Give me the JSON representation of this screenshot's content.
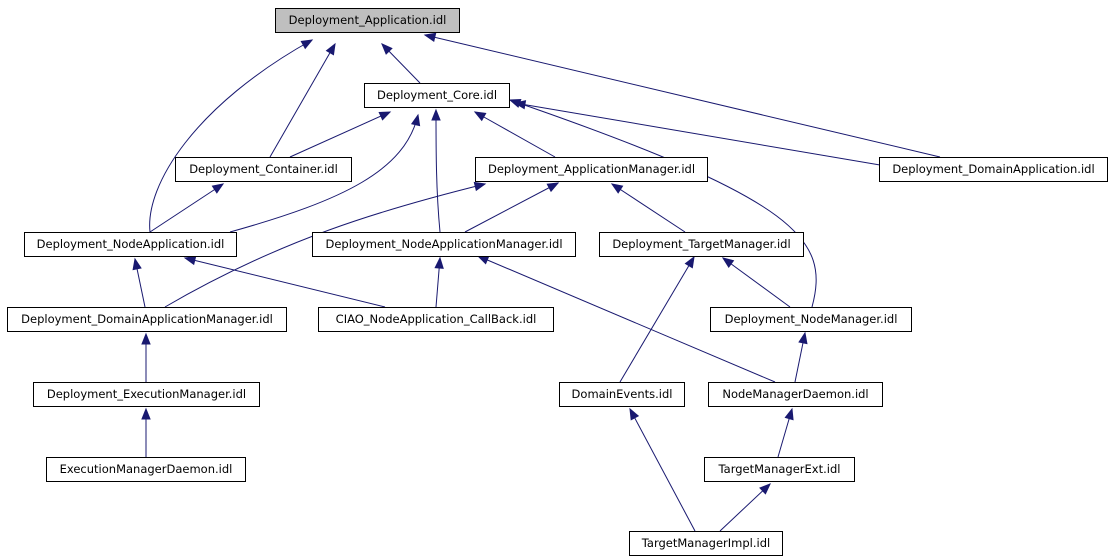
{
  "graph": {
    "nodes": [
      {
        "id": "app",
        "label": "Deployment_Application.idl",
        "current": true
      },
      {
        "id": "core",
        "label": "Deployment_Core.idl"
      },
      {
        "id": "container",
        "label": "Deployment_Container.idl"
      },
      {
        "id": "appmgr",
        "label": "Deployment_ApplicationManager.idl"
      },
      {
        "id": "domainapp",
        "label": "Deployment_DomainApplication.idl"
      },
      {
        "id": "nodeapp",
        "label": "Deployment_NodeApplication.idl"
      },
      {
        "id": "nodeappmgr",
        "label": "Deployment_NodeApplicationManager.idl"
      },
      {
        "id": "targetmgr",
        "label": "Deployment_TargetManager.idl"
      },
      {
        "id": "domainappmgr",
        "label": "Deployment_DomainApplicationManager.idl"
      },
      {
        "id": "ciao",
        "label": "CIAO_NodeApplication_CallBack.idl"
      },
      {
        "id": "nodemgr",
        "label": "Deployment_NodeManager.idl"
      },
      {
        "id": "execmgr",
        "label": "Deployment_ExecutionManager.idl"
      },
      {
        "id": "domainevents",
        "label": "DomainEvents.idl"
      },
      {
        "id": "nmdaemon",
        "label": "NodeManagerDaemon.idl"
      },
      {
        "id": "emdaemon",
        "label": "ExecutionManagerDaemon.idl"
      },
      {
        "id": "tmext",
        "label": "TargetManagerExt.idl"
      },
      {
        "id": "tmimpl",
        "label": "TargetManagerImpl.idl"
      }
    ],
    "edges": [
      [
        "core",
        "app"
      ],
      [
        "container",
        "app"
      ],
      [
        "nodeapp",
        "app"
      ],
      [
        "domainapp",
        "app"
      ],
      [
        "container",
        "core"
      ],
      [
        "nodeapp",
        "core"
      ],
      [
        "nodeappmgr",
        "core"
      ],
      [
        "appmgr",
        "core"
      ],
      [
        "domainapp",
        "core"
      ],
      [
        "nodemgr",
        "core"
      ],
      [
        "nodeapp",
        "container"
      ],
      [
        "domainappmgr",
        "nodeapp"
      ],
      [
        "ciao",
        "nodeapp"
      ],
      [
        "domainappmgr",
        "appmgr"
      ],
      [
        "nodeappmgr",
        "appmgr"
      ],
      [
        "targetmgr",
        "appmgr"
      ],
      [
        "ciao",
        "nodeappmgr"
      ],
      [
        "nmdaemon",
        "nodeappmgr"
      ],
      [
        "domainevents",
        "targetmgr"
      ],
      [
        "nodemgr",
        "targetmgr"
      ],
      [
        "execmgr",
        "domainappmgr"
      ],
      [
        "emdaemon",
        "execmgr"
      ],
      [
        "nmdaemon",
        "nodemgr"
      ],
      [
        "tmimpl",
        "domainevents"
      ],
      [
        "tmext",
        "nmdaemon"
      ],
      [
        "tmimpl",
        "tmext"
      ]
    ]
  },
  "colors": {
    "edge": "#191970",
    "current_node_fill": "#bfbfbf"
  }
}
